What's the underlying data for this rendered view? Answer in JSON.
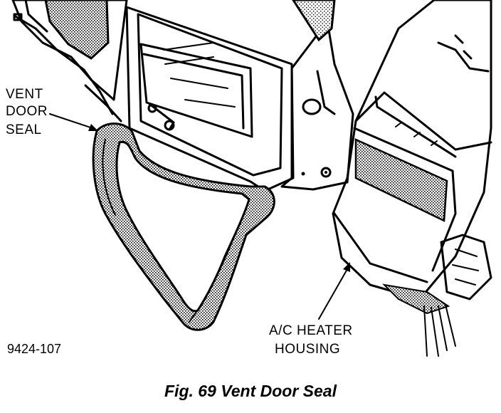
{
  "figure": {
    "caption": "Fig. 69 Vent Door Seal",
    "figure_number": "9424-107"
  },
  "callouts": {
    "vent_door_seal": [
      "VENT",
      "DOOR",
      "SEAL"
    ],
    "ac_heater_housing": [
      "A/C HEATER",
      "HOUSING"
    ]
  }
}
